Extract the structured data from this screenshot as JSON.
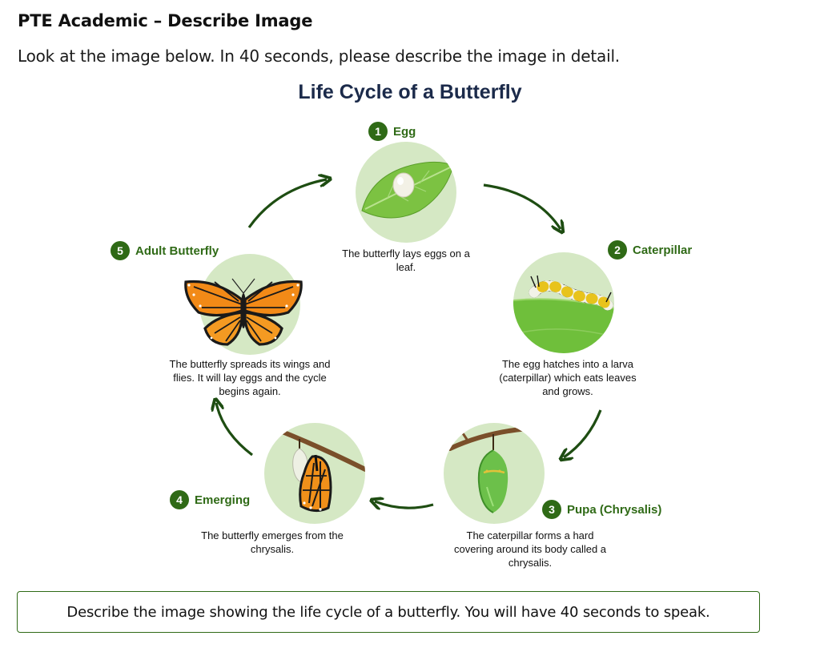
{
  "page": {
    "heading": "PTE Academic – Describe Image",
    "instruction": "Look at the image below. In 40 seconds, please describe the image in detail."
  },
  "diagram": {
    "title": "Life Cycle of a Butterfly",
    "stages": [
      {
        "number": "1",
        "label": "Egg",
        "description": "The butterfly lays eggs on a leaf.",
        "icon": "egg-on-leaf-icon"
      },
      {
        "number": "2",
        "label": "Caterpillar",
        "description": "The egg hatches into a larva (caterpillar) which eats leaves and grows.",
        "icon": "caterpillar-icon"
      },
      {
        "number": "3",
        "label": "Pupa (Chrysalis)",
        "description": "The caterpillar forms a hard covering around its body called a chrysalis.",
        "icon": "chrysalis-icon"
      },
      {
        "number": "4",
        "label": "Emerging",
        "description": "The butterfly emerges from the chrysalis.",
        "icon": "emerging-butterfly-icon"
      },
      {
        "number": "5",
        "label": "Adult Butterfly",
        "description": "The butterfly spreads its wings and flies. It will lay eggs and the cycle begins again.",
        "icon": "monarch-butterfly-icon"
      }
    ],
    "colors": {
      "accent": "#2f6a16",
      "circle_bg": "#d5e8c4",
      "arrow": "#1e4d12",
      "title": "#1b2a4a"
    }
  },
  "prompt": {
    "text": "Describe the image showing the life cycle of a butterfly. You will have 40 seconds to speak."
  }
}
